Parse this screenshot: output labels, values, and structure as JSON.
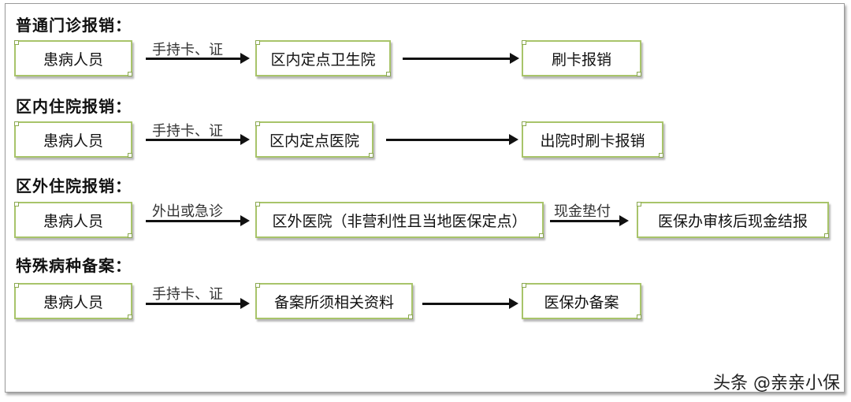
{
  "sections": [
    {
      "title": "普通门诊报销：",
      "patient": "患病人员",
      "arrow1_label": "手持卡、证",
      "step2": "区内定点卫生院",
      "arrow2_label": "",
      "step3": "刷卡报销"
    },
    {
      "title": "区内住院报销：",
      "patient": "患病人员",
      "arrow1_label": "手持卡、证",
      "step2": "区内定点医院",
      "arrow2_label": "",
      "step3": "出院时刷卡报销"
    },
    {
      "title": "区外住院报销：",
      "patient": "患病人员",
      "arrow1_label": "外出或急诊",
      "step2": "区外医院（非营利性且当地医保定点）",
      "arrow2_label": "现金垫付",
      "step3": "医保办审核后现金结报"
    },
    {
      "title": "特殊病种备案：",
      "patient": "患病人员",
      "arrow1_label": "手持卡、证",
      "step2": "备案所须相关资料",
      "arrow2_label": "",
      "step3": "医保办备案"
    }
  ],
  "watermark": "头条 @亲亲小保",
  "colors": {
    "box_border": "#a8c46a",
    "arrow": "#111111",
    "frame": "#9a9a9a"
  }
}
